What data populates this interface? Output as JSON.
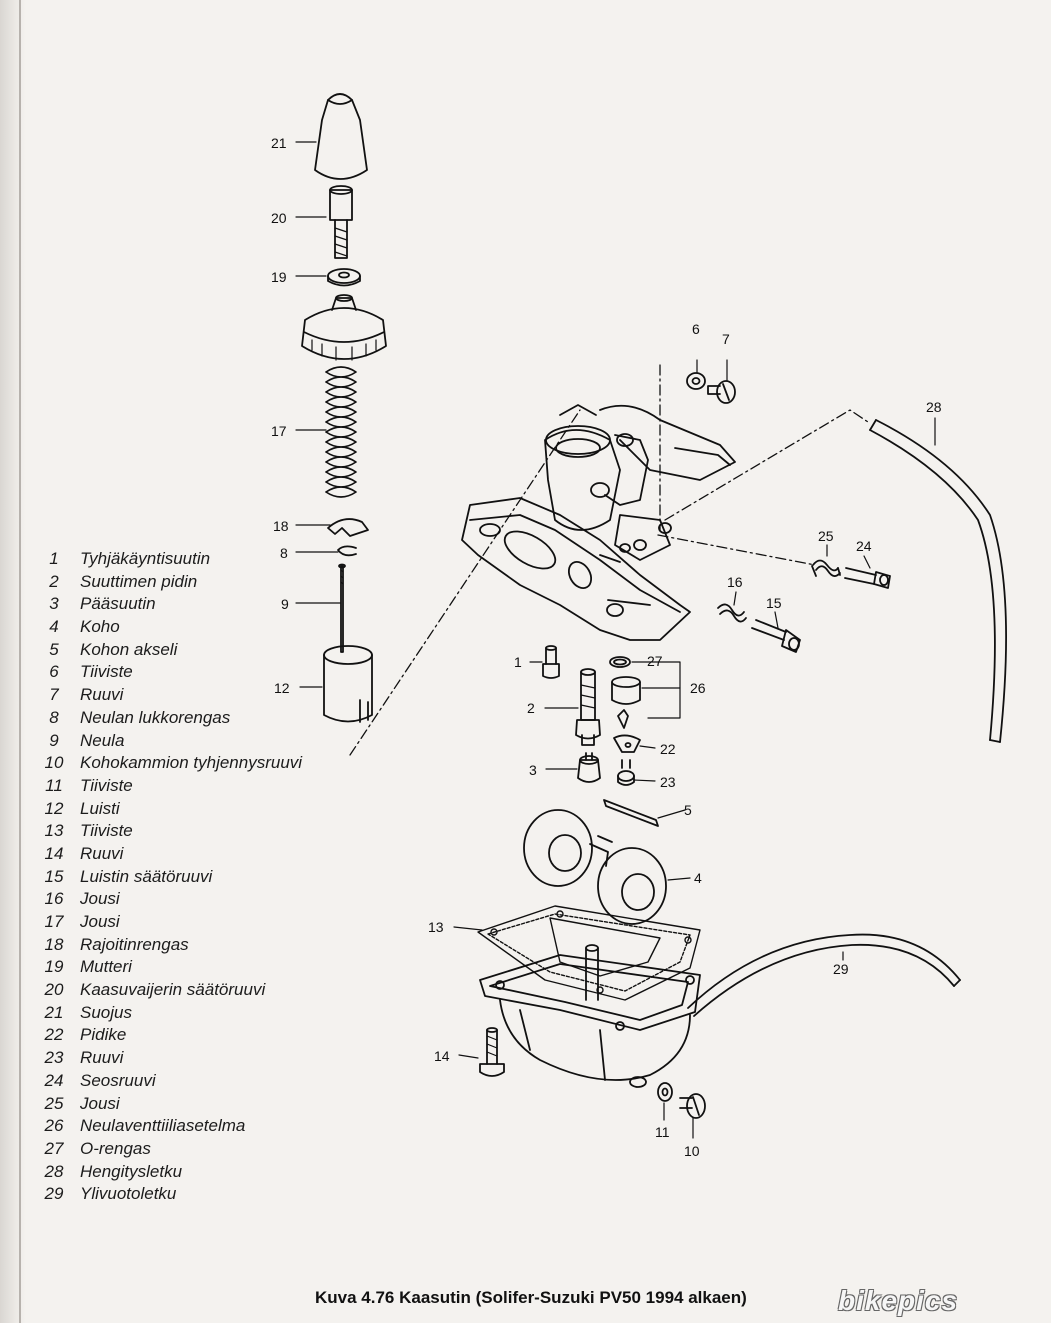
{
  "legend": [
    {
      "num": "1",
      "label": "Tyhjäkäyntisuutin"
    },
    {
      "num": "2",
      "label": "Suuttimen pidin"
    },
    {
      "num": "3",
      "label": "Pääsuutin"
    },
    {
      "num": "4",
      "label": "Koho"
    },
    {
      "num": "5",
      "label": "Kohon akseli"
    },
    {
      "num": "6",
      "label": "Tiiviste"
    },
    {
      "num": "7",
      "label": "Ruuvi"
    },
    {
      "num": "8",
      "label": "Neulan lukkorengas"
    },
    {
      "num": "9",
      "label": "Neula"
    },
    {
      "num": "10",
      "label": "Kohokammion tyhjennysruuvi"
    },
    {
      "num": "11",
      "label": "Tiiviste"
    },
    {
      "num": "12",
      "label": "Luisti"
    },
    {
      "num": "13",
      "label": "Tiiviste"
    },
    {
      "num": "14",
      "label": "Ruuvi"
    },
    {
      "num": "15",
      "label": "Luistin säätöruuvi"
    },
    {
      "num": "16",
      "label": "Jousi"
    },
    {
      "num": "17",
      "label": "Jousi"
    },
    {
      "num": "18",
      "label": "Rajoitinrengas"
    },
    {
      "num": "19",
      "label": "Mutteri"
    },
    {
      "num": "20",
      "label": "Kaasuvaijerin säätöruuvi"
    },
    {
      "num": "21",
      "label": "Suojus"
    },
    {
      "num": "22",
      "label": "Pidike"
    },
    {
      "num": "23",
      "label": "Ruuvi"
    },
    {
      "num": "24",
      "label": "Seosruuvi"
    },
    {
      "num": "25",
      "label": "Jousi"
    },
    {
      "num": "26",
      "label": "Neulaventtiiliasetelma"
    },
    {
      "num": "27",
      "label": "O-rengas"
    },
    {
      "num": "28",
      "label": "Hengitysletku"
    },
    {
      "num": "29",
      "label": "Ylivuotoletku"
    }
  ],
  "callouts": {
    "c1": "1",
    "c2": "2",
    "c3": "3",
    "c4": "4",
    "c5": "5",
    "c6": "6",
    "c7": "7",
    "c8": "8",
    "c9": "9",
    "c10": "10",
    "c11": "11",
    "c12": "12",
    "c13": "13",
    "c14": "14",
    "c15": "15",
    "c16": "16",
    "c17": "17",
    "c18": "18",
    "c19": "19",
    "c20": "20",
    "c21": "21",
    "c22": "22",
    "c23": "23",
    "c24": "24",
    "c25": "25",
    "c26": "26",
    "c27": "27",
    "c28": "28",
    "c29": "29"
  },
  "caption": "Kuva 4.76  Kaasutin (Solifer-Suzuki PV50 1994 alkaen)",
  "watermark": "bikepics",
  "colors": {
    "ink": "#111111",
    "paper": "#f4f2ef"
  }
}
